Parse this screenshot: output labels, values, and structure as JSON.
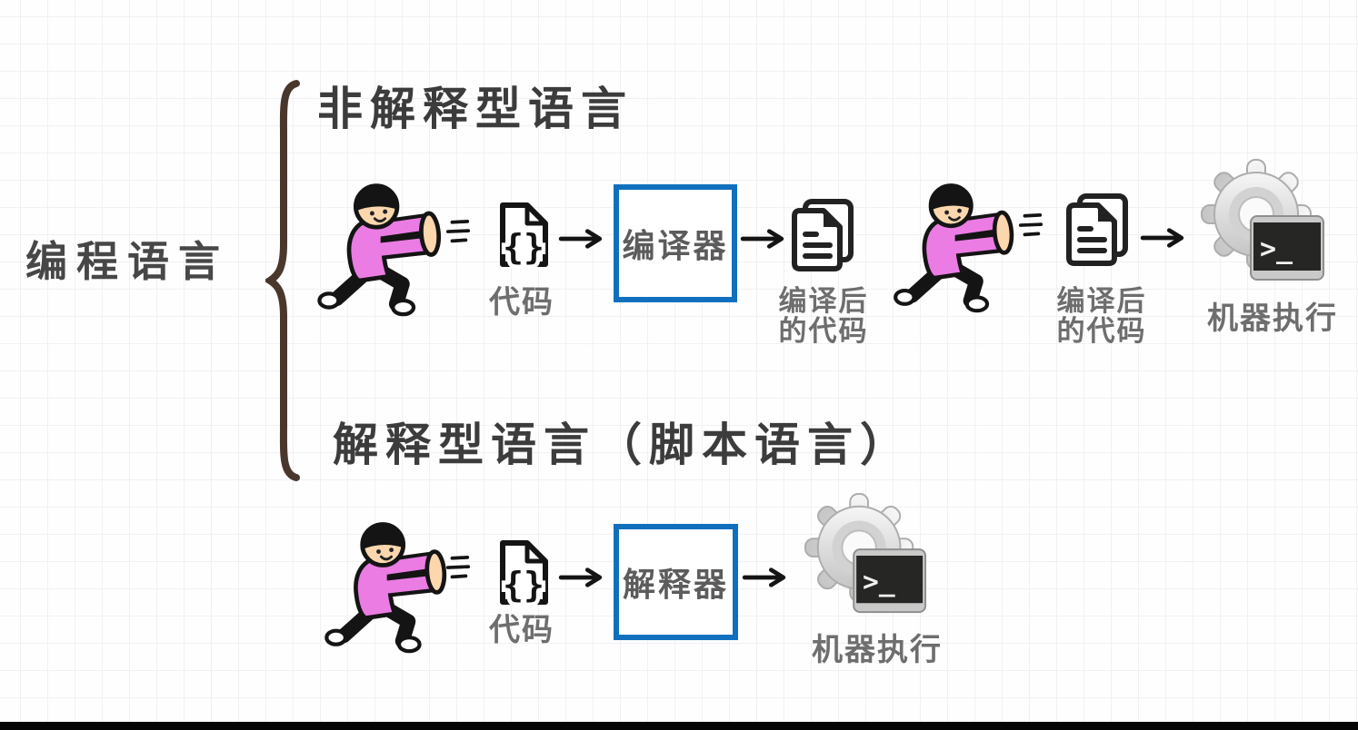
{
  "root_label": "编程语言",
  "branch_compiled": {
    "title": "非解释型语言",
    "code_label": "代码",
    "compiler_label": "编译器",
    "compiled_code_line1": "编译后",
    "compiled_code_line2": "的代码",
    "machine_label": "机器执行"
  },
  "branch_interpreted": {
    "title": "解释型语言（脚本语言）",
    "code_label": "代码",
    "interpreter_label": "解释器",
    "machine_label": "机器执行"
  },
  "icons": {
    "code_file_braces": "{}",
    "terminal_prompt": ">_",
    "person": "person-coder-icon",
    "code_file": "code-file-icon",
    "documents": "compiled-documents-icon",
    "gear_terminal": "gear-terminal-icon",
    "arrow": "arrow-right-icon",
    "speech": "speech-lines-icon",
    "brace": "curly-brace-icon"
  },
  "colors": {
    "box_border_blue": "#1170bd",
    "brace_brown": "#4a372c",
    "title_text": "#3c3c3c",
    "label_text": "#6e6e6e",
    "person_shirt_pink": "#ea7ce4",
    "person_skin": "#fcd7ae",
    "bottom_bar": "#050505",
    "grid_line": "#f1f1f4"
  }
}
